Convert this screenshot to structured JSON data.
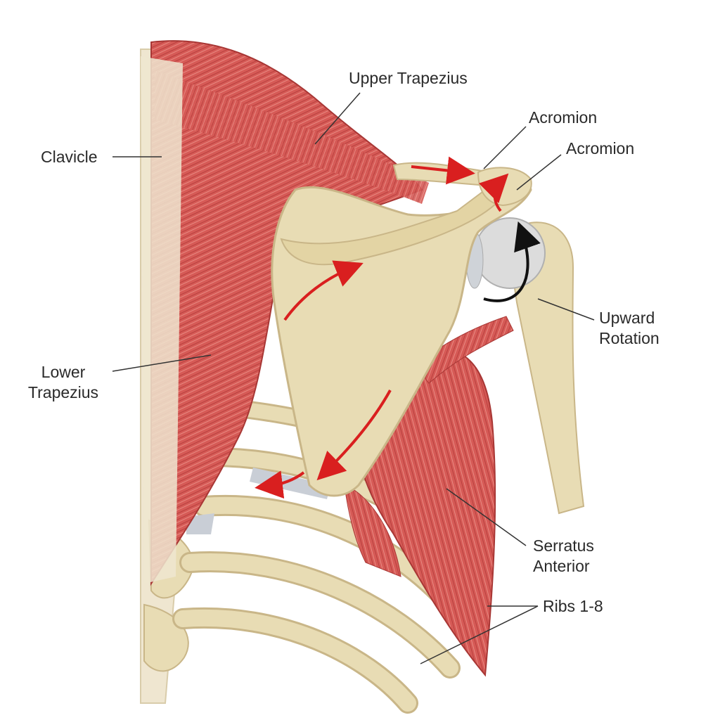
{
  "labels": {
    "upper_trapezius": "Upper Trapezius",
    "acromion_1": "Acromion",
    "acromion_2": "Acromion",
    "clavicle": "Clavicle",
    "upward_rotation_l1": "Upward",
    "upward_rotation_l2": "Rotation",
    "lower_trapezius_l1": "Lower",
    "lower_trapezius_l2": "Trapezius",
    "serratus_l1": "Serratus",
    "serratus_l2": "Anterior",
    "ribs": "Ribs 1-8"
  },
  "colors": {
    "muscle": "#d65a56",
    "muscle_dark": "#b8403e",
    "muscle_light": "#e88a82",
    "bone": "#e8dcb4",
    "bone_shadow": "#c9b688",
    "cartilage": "#c9ced6",
    "arrow_red": "#d91f1f",
    "arrow_black": "#111111",
    "leader": "#333333"
  },
  "icons": {
    "rotation_arrow": "curved-arrow-icon",
    "motion_arrow": "red-arrow-icon"
  }
}
